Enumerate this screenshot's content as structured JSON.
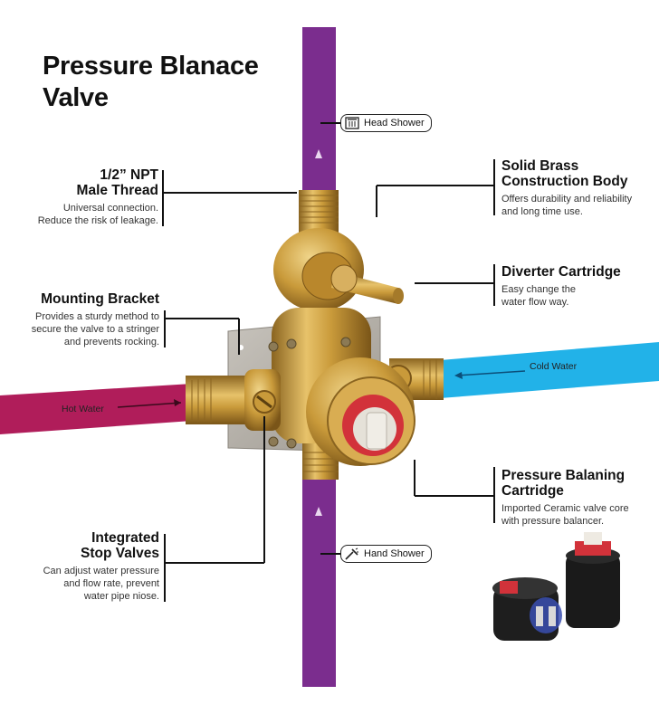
{
  "title": "Pressure Blanace Valve",
  "callouts": {
    "npt": {
      "title_line1": "1/2” NPT",
      "title_line2": "Male Thread",
      "desc_line1": "Universal connection.",
      "desc_line2": "Reduce the risk of leakage."
    },
    "mounting": {
      "title": "Mounting Bracket",
      "desc_line1": "Provides a sturdy method to",
      "desc_line2": "secure the valve to a stringer",
      "desc_line3": "and prevents rocking."
    },
    "stops": {
      "title_line1": "Integrated",
      "title_line2": "Stop Valves",
      "desc_line1": "Can adjust water pressure",
      "desc_line2": "and flow rate, prevent",
      "desc_line3": "water pipe niose."
    },
    "brass": {
      "title_line1": "Solid Brass",
      "title_line2": "Construction Body",
      "desc_line1": "Offers durability and reliability",
      "desc_line2": "and long time use."
    },
    "diverter": {
      "title": "Diverter Cartridge",
      "desc_line1": "Easy change the",
      "desc_line2": "water flow way."
    },
    "balancing": {
      "title_line1": "Pressure Balaning",
      "title_line2": "Cartridge",
      "desc_line1": "Imported Ceramic valve core",
      "desc_line2": "with pressure balancer."
    }
  },
  "outlets": {
    "head": "Head Shower",
    "hand": "Hand Shower"
  },
  "pipes": {
    "hot": "Hot Water",
    "cold": "Cold Water"
  },
  "colors": {
    "vertical_pipe": "#7b2d8e",
    "hot_pipe": "#b01d5a",
    "cold_pipe": "#22b2e8",
    "brass": "#c99a3a",
    "red_seal": "#d2323a"
  },
  "icons": {
    "head": "shower-head-icon",
    "hand": "hand-shower-icon"
  }
}
